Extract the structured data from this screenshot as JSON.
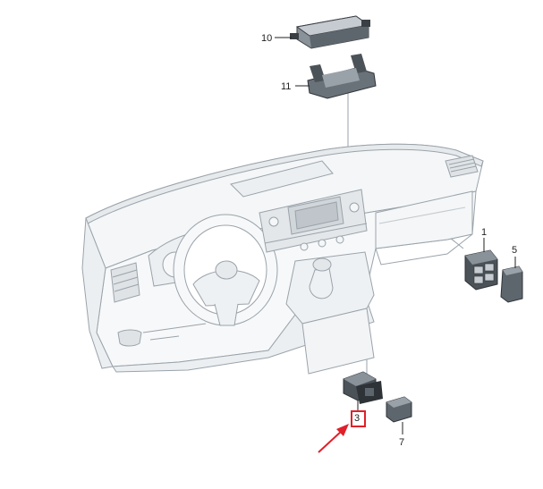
{
  "callouts": {
    "p10": "10",
    "p11": "11",
    "p1": "1",
    "p5": "5",
    "p3": "3",
    "p7": "7"
  },
  "highlight": {
    "target_part": "3",
    "arrow_color": "#e0202a",
    "box_color": "#e0202a"
  },
  "colors": {
    "line": "#9aa3ab",
    "dash_fill": "#f4f6f7",
    "part_dark": "#3a3f44",
    "part_mid": "#7d858c",
    "part_light": "#b9c0c6"
  }
}
